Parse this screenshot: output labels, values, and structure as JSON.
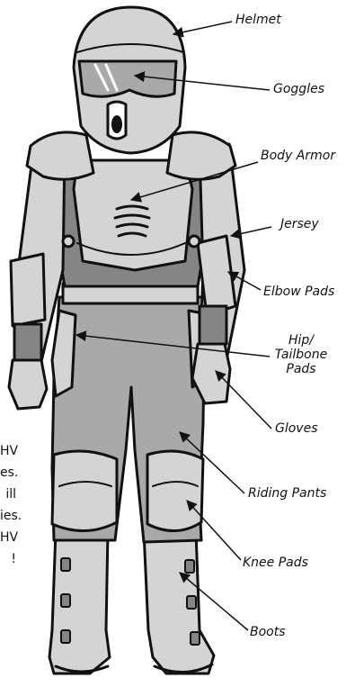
{
  "labels": {
    "helmet": "Helmet",
    "goggles": "Goggles",
    "body_armor": "Body Armor",
    "jersey": "Jersey",
    "elbow_pads": "Elbow Pads",
    "hip_line1": "Hip/",
    "hip_line2": "Tailbone",
    "hip_line3": "Pads",
    "gloves": "Gloves",
    "riding_pants": "Riding Pants",
    "knee_pads": "Knee Pads",
    "boots": "Boots"
  },
  "side_note": {
    "line1": "HV",
    "line2": "es.",
    "line3": "ill",
    "line4": "ies.",
    "line5": "HV",
    "line6": "!"
  },
  "colors": {
    "outline": "#111111",
    "light_gray": "#d4d4d4",
    "mid_gray": "#a9a9a9",
    "dark_gray": "#858585",
    "background": "#ffffff"
  }
}
